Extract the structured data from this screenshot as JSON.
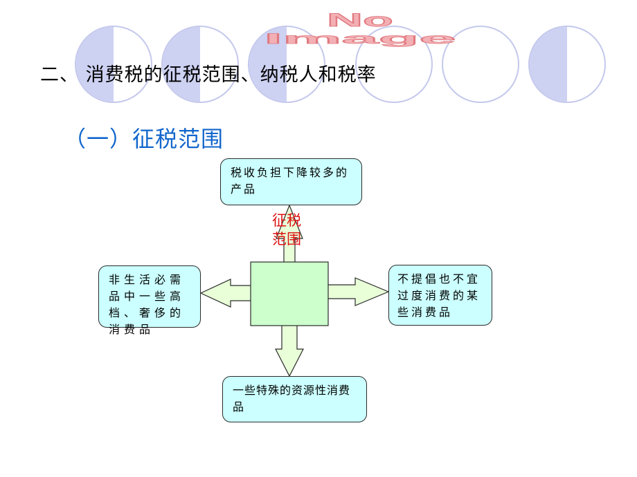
{
  "header": {
    "heading": "二、  消费税的征税范围、纳税人和税率",
    "section_title": "（一）征税范围",
    "watermark_lines": [
      "No",
      "Image"
    ]
  },
  "diagram": {
    "center_label": "征税范围",
    "nodes": {
      "top": "税收负担下降较多的产品",
      "left": "非生活必需品中一些高档、奢侈的消费品",
      "right": "不提倡也不宜过度消费的某些消费品",
      "bottom": "一些特殊的资源性消费品"
    }
  },
  "colors": {
    "center_fill": "#ccffcc",
    "arrow_fill": "#e8ffd8",
    "box_fill": "#ccffff",
    "label_red": "#dd1111",
    "title_blue": "#1166cc"
  }
}
